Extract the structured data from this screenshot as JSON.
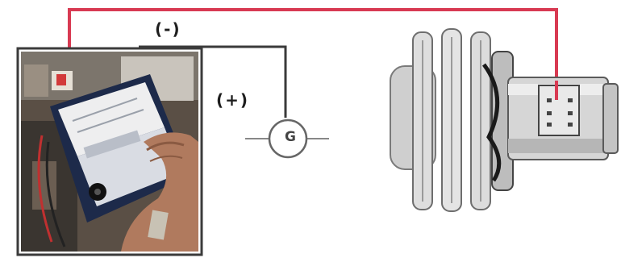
{
  "labels": {
    "negative": "(-)",
    "positive": "(+)",
    "meter": "G"
  },
  "colors": {
    "positive_wire": "#d83a52",
    "negative_wire": "#3a3a3a",
    "meter_body": "#1d2a4a",
    "frame": "#3b3b3b"
  },
  "icons": {
    "meter_photo": "digital-multimeter-photo",
    "galvanometer": "galvanometer-symbol",
    "compressor": "ac-compressor-clutch"
  }
}
